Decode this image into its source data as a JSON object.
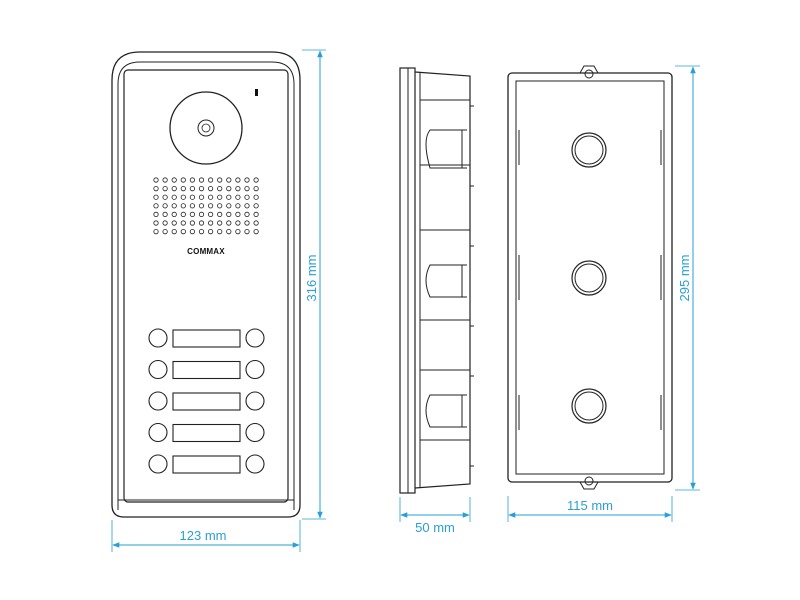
{
  "diagram": {
    "brand_logo": "COMMAX",
    "front_panel": {
      "width_label": "123 mm",
      "height_label": "316 mm",
      "call_button_rows": 5
    },
    "side_view": {
      "depth_label": "50 mm"
    },
    "back_box": {
      "width_label": "115 mm",
      "height_label": "295 mm",
      "knockouts": 3
    },
    "colors": {
      "dimension": "#2a9fd6",
      "outline": "#222222"
    }
  }
}
